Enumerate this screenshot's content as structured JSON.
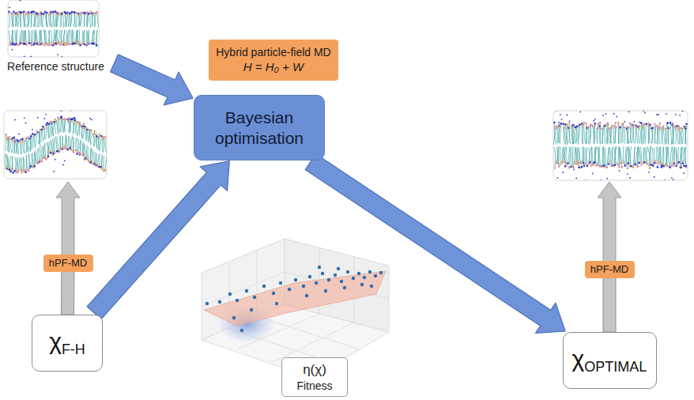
{
  "diagram": {
    "nodes": [
      {
        "text": [
          "Reference structure"
        ]
      },
      {
        "text": [
          "Hybrid particle-field MD",
          "H = H₀ + W"
        ]
      },
      {
        "text": [
          "Bayesian optimisation"
        ]
      },
      {
        "text": [
          "hPF-MD"
        ]
      },
      {
        "text": [
          "hPF-MD"
        ]
      },
      {
        "text": [
          "χF-H"
        ]
      },
      {
        "text": [
          "η(χ)",
          "Fitness"
        ]
      },
      {
        "text": [
          "χOPTIMAL"
        ]
      }
    ],
    "edges": [
      {
        "from": 0,
        "to": 2,
        "arrow": "to"
      },
      {
        "from": 5,
        "to": 2,
        "arrow": "to"
      },
      {
        "from": 2,
        "to": 7,
        "arrow": "to"
      },
      {
        "from": 5,
        "to": 3,
        "arrow": "none"
      },
      {
        "from": 7,
        "to": 4,
        "arrow": "none"
      }
    ]
  }
}
